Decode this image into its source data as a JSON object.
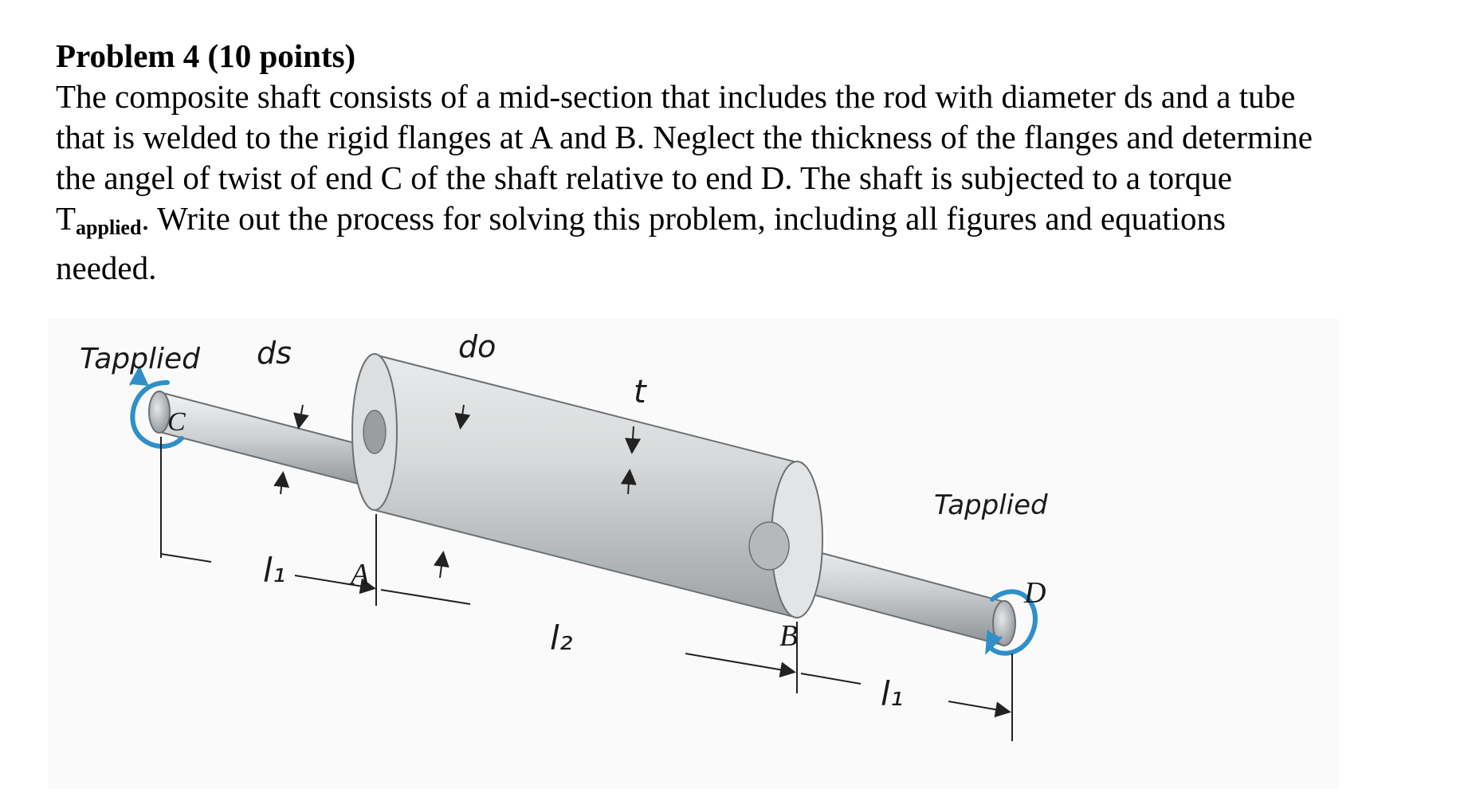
{
  "problem": {
    "title": "Problem 4 (10 points)",
    "line1": "The composite shaft consists of a mid-section that includes the rod with diameter ds and a tube",
    "line2": "that is welded to the rigid flanges at A and B. Neglect the thickness of the flanges and determine",
    "line3": "the angel of twist of end C of the shaft relative to end D. The shaft is subjected to a torque",
    "line4_T": "T",
    "line4_sub": "applied",
    "line4_rest": ". Write out the process for solving this problem, including all figures and equations",
    "line5": "needed."
  },
  "figure": {
    "label_tapplied_left": "Tapplied",
    "label_ds": "ds",
    "label_do": "do",
    "label_t": "t",
    "label_tapplied_right": "Tapplied",
    "label_C": "C",
    "label_A": "A",
    "label_B": "B",
    "label_D": "D",
    "label_l1_left": "l₁",
    "label_l2": "l₂",
    "label_l1_right": "l₁",
    "colors": {
      "torque_arrow": "#2f8fc9",
      "shaft": "#c9ccce",
      "tube": "#d4d6d8"
    }
  }
}
